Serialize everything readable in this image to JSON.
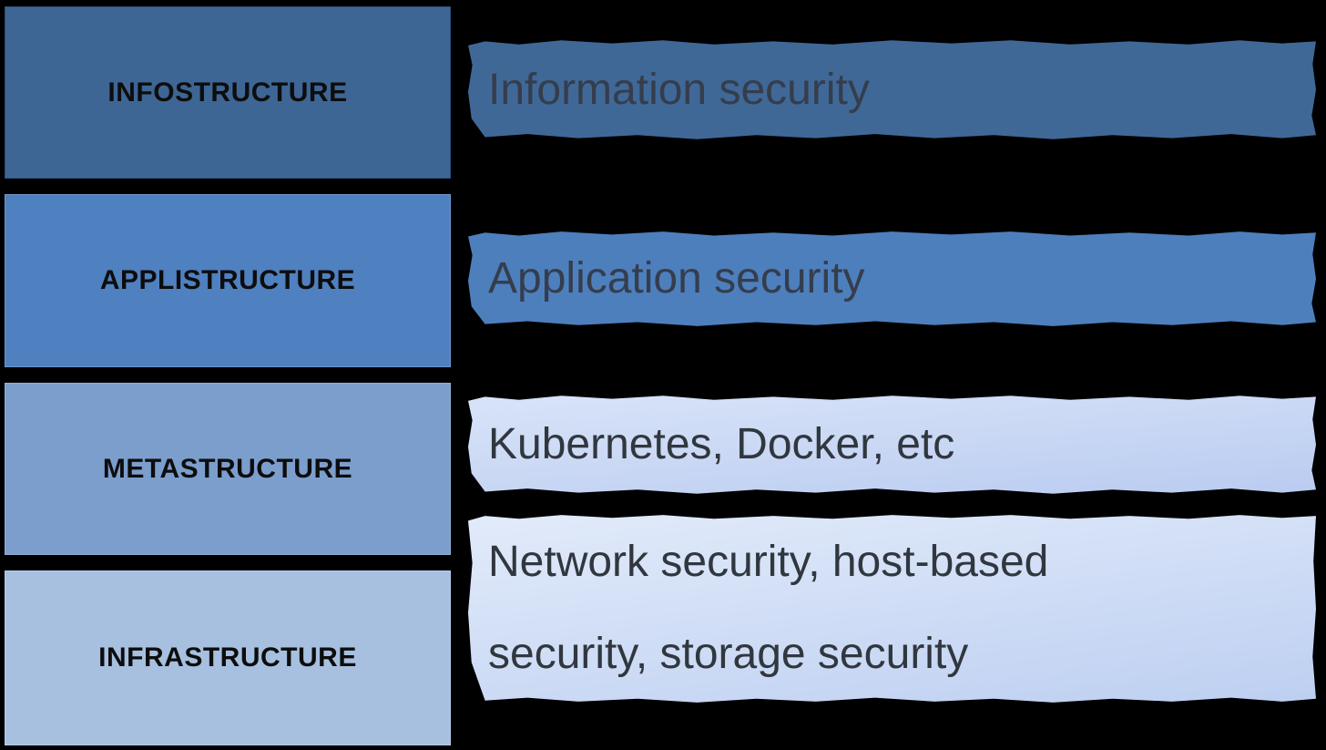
{
  "canvas": {
    "background_color": "#000000"
  },
  "diagram": {
    "type": "layered-stack-diagram",
    "description": "Cloud security stack layers mapped to security domains",
    "rows": [
      {
        "layer": "INFOSTRUCTURE",
        "detail": "Information security",
        "layer_fill": "#3d6695",
        "detail_fill": "#3f6897",
        "layer_text_color": "#0d0d0d",
        "detail_text_color": "#353d4c"
      },
      {
        "layer": "APPLISTRUCTURE",
        "detail": "Application security",
        "layer_fill": "#4f80c0",
        "detail_fill": "#4d7fbd",
        "layer_text_color": "#0d0d0d",
        "detail_text_color": "#353d4c"
      },
      {
        "layer": "METASTRUCTURE",
        "detail": "Kubernetes, Docker, etc",
        "layer_fill": "#7b9ecd",
        "detail_fill_top": "#d9e4f8",
        "detail_fill_bottom": "#b9cbf0",
        "layer_text_color": "#0d0d0d",
        "detail_text_color": "#31373f"
      },
      {
        "layer": "INFRASTRUCTURE",
        "detail": "Network security, host-based security, storage security",
        "layer_fill": "#a7c0e0",
        "detail_fill_top": "#e2ebfa",
        "detail_fill_bottom": "#bdcff1",
        "layer_text_color": "#0d0d0d",
        "detail_text_color": "#31373f"
      }
    ]
  }
}
